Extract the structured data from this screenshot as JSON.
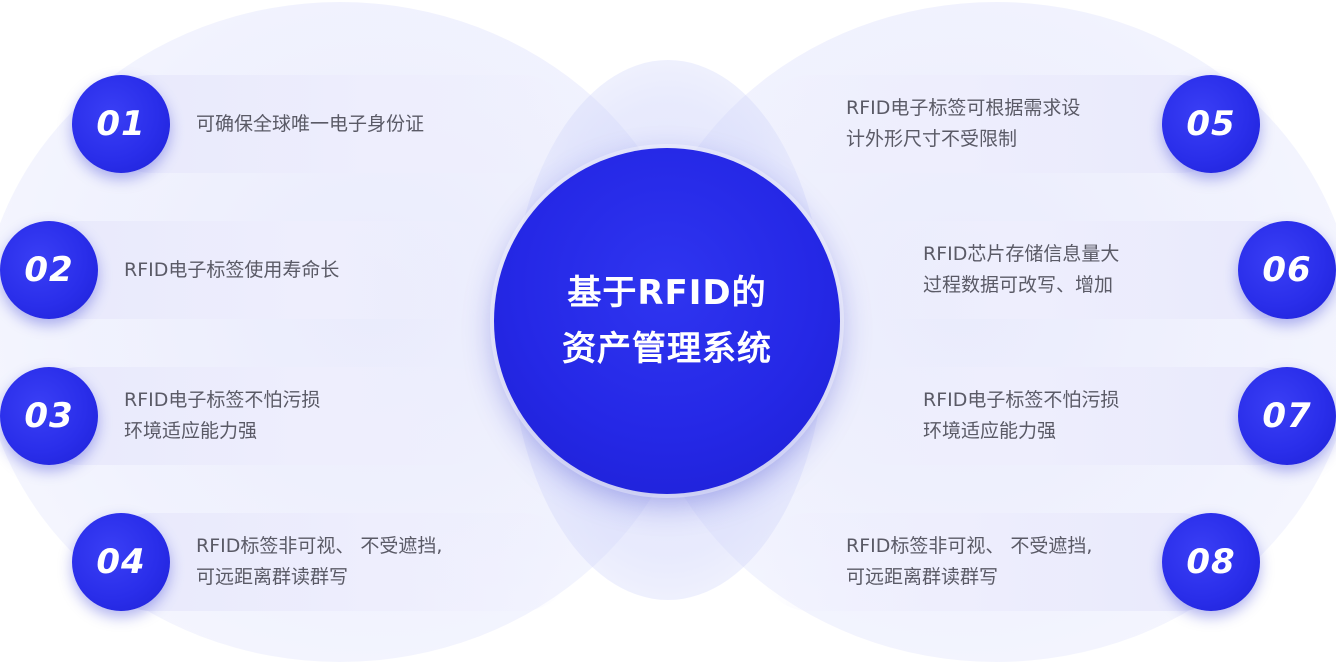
{
  "center": {
    "line1": "基于RFID的",
    "line2": "资产管理系统"
  },
  "items": [
    {
      "num": "01",
      "line1": "可确保全球唯一电子身份证",
      "line2": ""
    },
    {
      "num": "02",
      "line1": "RFID电子标签使用寿命长",
      "line2": ""
    },
    {
      "num": "03",
      "line1": "RFID电子标签不怕污损",
      "line2": "环境适应能力强"
    },
    {
      "num": "04",
      "line1": "RFID标签非可视、 不受遮挡,",
      "line2": "可远距离群读群写"
    },
    {
      "num": "05",
      "line1": "RFID电子标签可根据需求设",
      "line2": "计外形尺寸不受限制"
    },
    {
      "num": "06",
      "line1": "RFID芯片存储信息量大",
      "line2": "过程数据可改写、增加"
    },
    {
      "num": "07",
      "line1": "RFID电子标签不怕污损",
      "line2": "环境适应能力强"
    },
    {
      "num": "08",
      "line1": "RFID标签非可视、 不受遮挡,",
      "line2": "可远距离群读群写"
    }
  ],
  "colors": {
    "accent": "#2a2eea",
    "card_bg": "#eaebfc",
    "text": "#5a5a66",
    "white": "#ffffff"
  }
}
